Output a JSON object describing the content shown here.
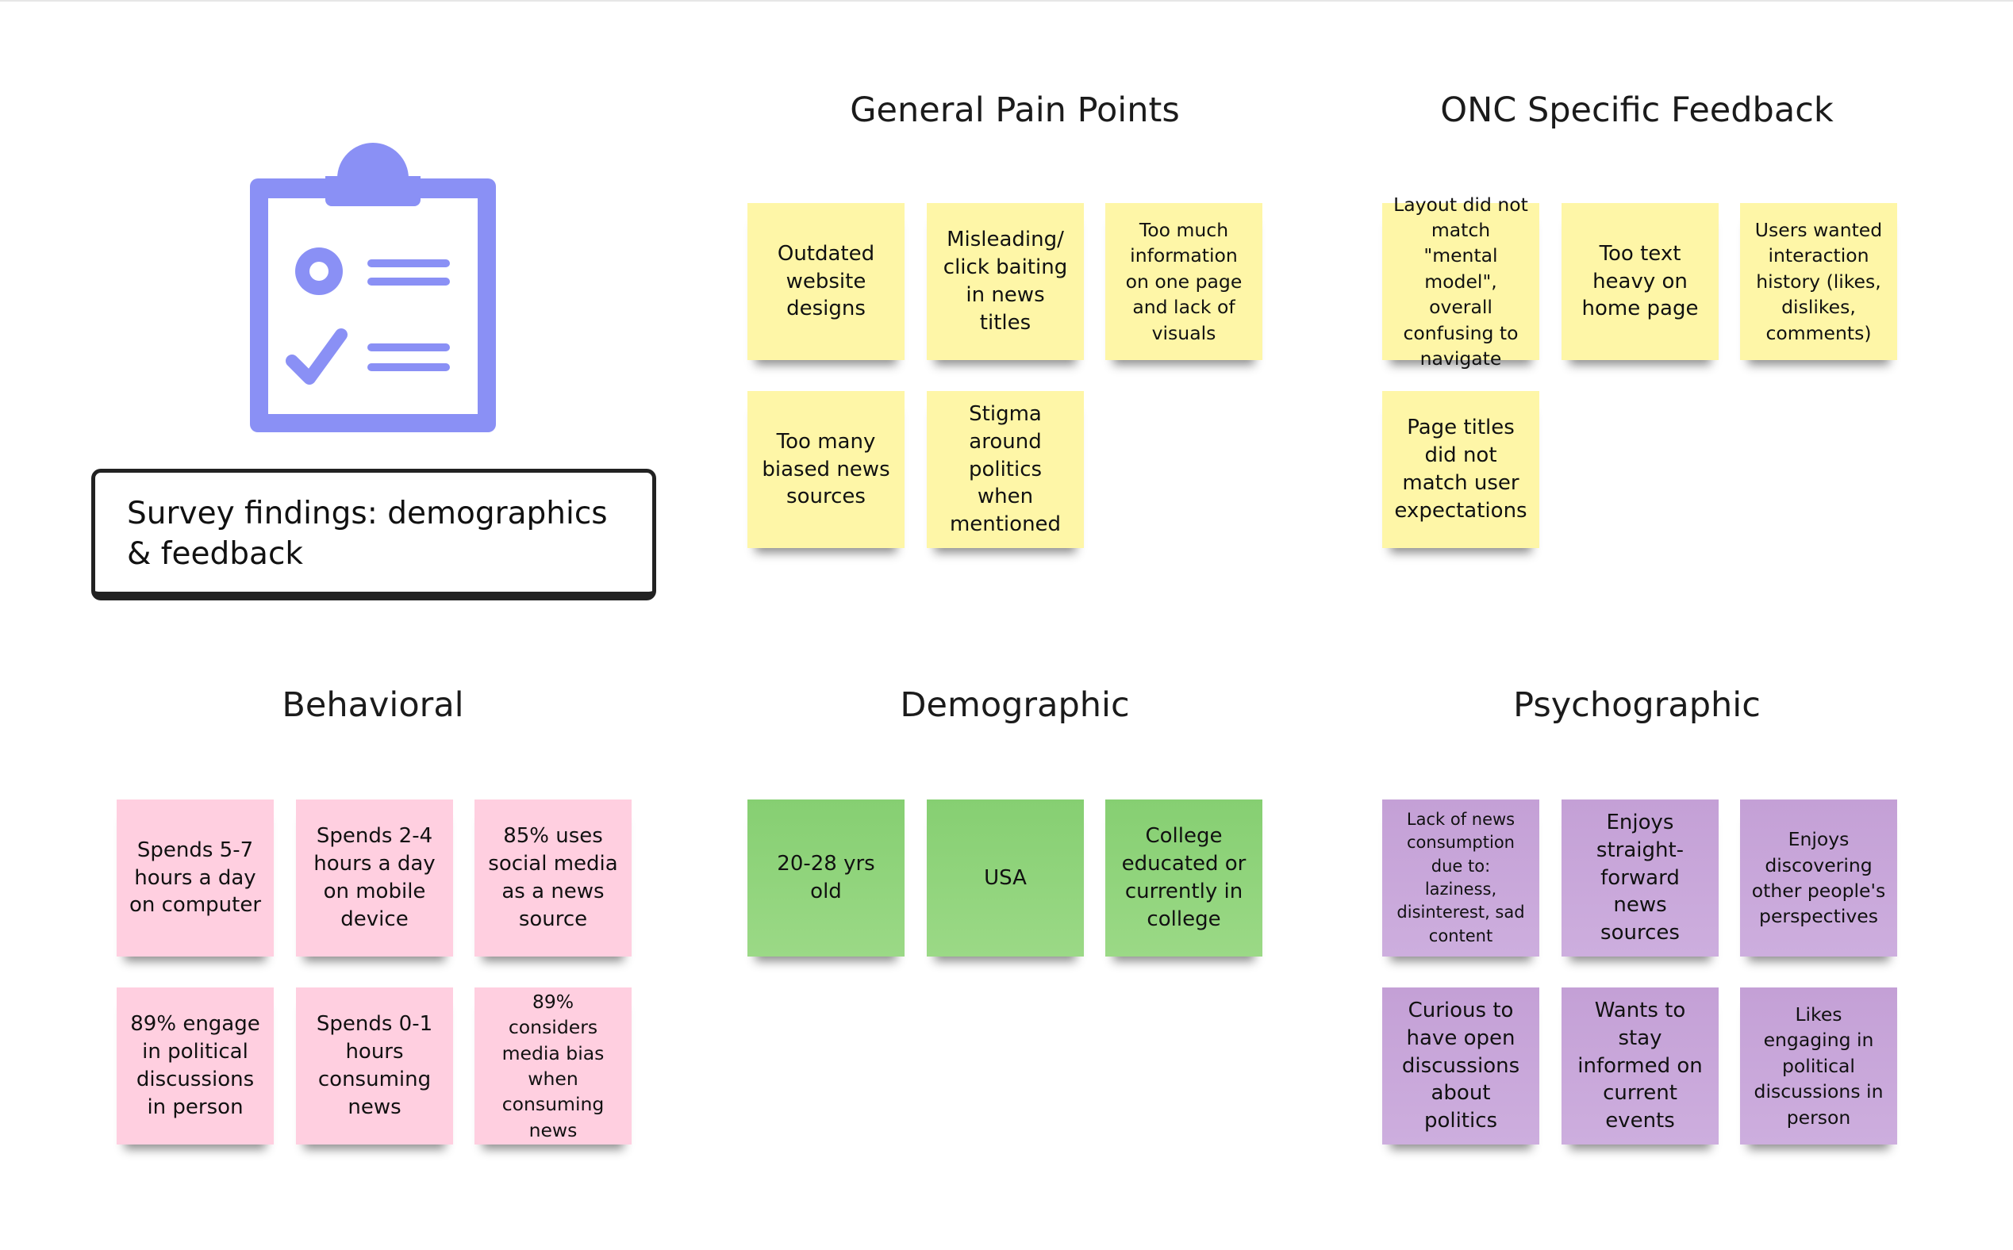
{
  "title_card": "Survey findings: demographics & feedback",
  "icon": "clipboard-checklist-icon",
  "colors": {
    "yellow": "#fef6a7",
    "pink": "#ffcfe0",
    "green": "#8fd37a",
    "purple": "#c9a6d8",
    "icon": "#8a90f5"
  },
  "sections": {
    "general": {
      "heading": "General Pain Points",
      "notes": [
        "Outdated website designs",
        "Misleading/ click baiting in news titles",
        "Too much information on one page and lack of visuals",
        "Too many biased news sources",
        "Stigma around politics when mentioned"
      ]
    },
    "onc": {
      "heading": "ONC Specific Feedback",
      "notes": [
        "Layout did not match \"mental model\", overall confusing to navigate",
        "Too text heavy on home page",
        "Users wanted interaction history (likes, dislikes, comments)",
        "Page titles did not match user expectations"
      ]
    },
    "behavioral": {
      "heading": "Behavioral",
      "notes": [
        "Spends 5-7 hours a day on computer",
        "Spends 2-4 hours a day on mobile device",
        "85% uses social media as a news source",
        "89% engage in political discussions in person",
        "Spends 0-1 hours consuming news",
        "89% considers media bias when consuming news"
      ]
    },
    "demographic": {
      "heading": "Demographic",
      "notes": [
        "20-28 yrs old",
        "USA",
        "College educated or currently in college"
      ]
    },
    "psychographic": {
      "heading": "Psychographic",
      "notes": [
        "Lack of news consumption due to: laziness, disinterest, sad content",
        "Enjoys straight-forward news sources",
        "Enjoys discovering other people's perspectives",
        "Curious to have open discussions about politics",
        "Wants to stay informed on current events",
        "Likes engaging in political discussions in person"
      ]
    }
  }
}
